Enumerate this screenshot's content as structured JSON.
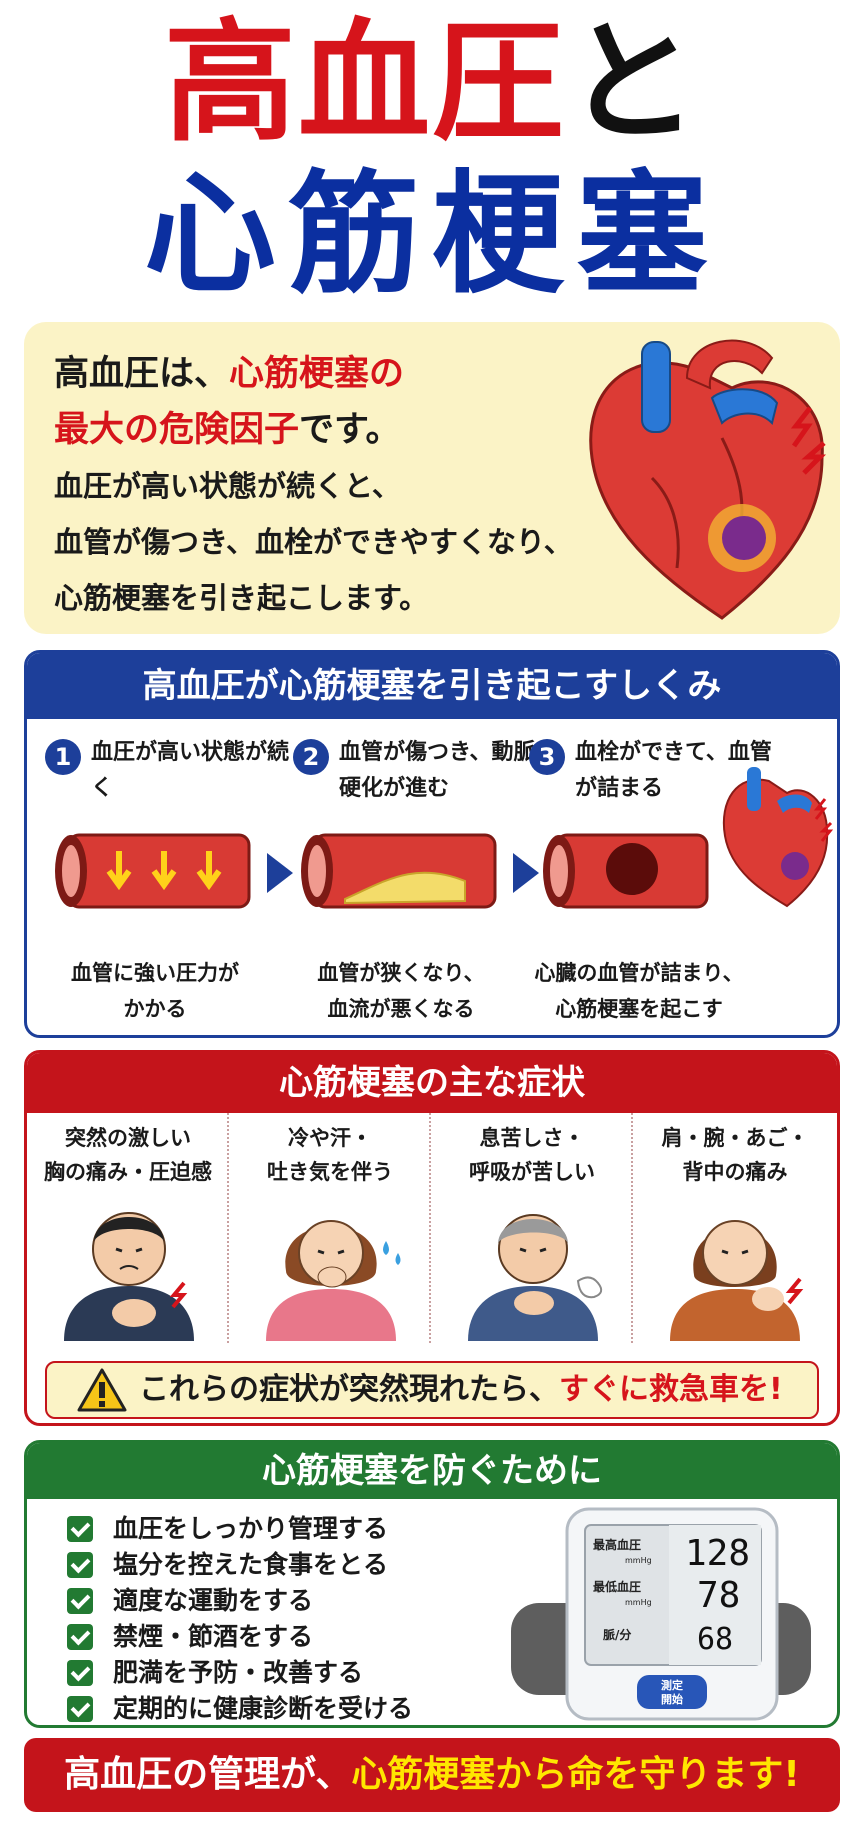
{
  "title": {
    "line1_a": "高血圧",
    "line1_b": "と",
    "line2": "心筋梗塞"
  },
  "intro": {
    "h1_a": "高血圧は、",
    "h1_b": "心筋梗塞の",
    "h2_a": "最大の危険因子",
    "h2_b": "です。",
    "p1": "血圧が高い状態が続くと、",
    "p2": "血管が傷つき、血栓ができやすくなり、",
    "p3": "心筋梗塞を引き起こします。"
  },
  "mechanism": {
    "header": "高血圧が心筋梗塞を引き起こすしくみ",
    "steps": [
      {
        "num": "1",
        "label": "血圧が高い状態が続く",
        "caption_a": "血管に強い圧力が",
        "caption_b": "かかる"
      },
      {
        "num": "2",
        "label": "血管が傷つき、動脈硬化が進む",
        "caption_a": "血管が狭くなり、",
        "caption_b": "血流が悪くなる"
      },
      {
        "num": "3",
        "label": "血栓ができて、血管が詰まる",
        "caption_a": "心臓の血管が詰まり、",
        "caption_b": "心筋梗塞を起こす"
      }
    ]
  },
  "symptoms": {
    "header": "心筋梗塞の主な症状",
    "items": [
      {
        "a": "突然の激しい",
        "b": "胸の痛み・圧迫感"
      },
      {
        "a": "冷や汗・",
        "b": "吐き気を伴う"
      },
      {
        "a": "息苦しさ・",
        "b": "呼吸が苦しい"
      },
      {
        "a": "肩・腕・あご・",
        "b": "背中の痛み"
      }
    ],
    "warning_a": "これらの症状が突然現れたら、",
    "warning_b": "すぐに救急車を!"
  },
  "prevention": {
    "header": "心筋梗塞を防ぐために",
    "items": [
      "血圧をしっかり管理する",
      "塩分を控えた食事をとる",
      "適度な運動をする",
      "禁煙・節酒をする",
      "肥満を予防・改善する",
      "定期的に健康診断を受ける"
    ],
    "monitor": {
      "sys_label": "最高血圧",
      "dia_label": "最低血圧",
      "unit": "mmHg",
      "pulse_label": "脈/分",
      "sys": "128",
      "dia": "78",
      "pulse": "68",
      "button_a": "測定",
      "button_b": "開始"
    }
  },
  "banner": {
    "a": "高血圧の管理が、",
    "b": "心筋梗塞から命を守ります!"
  },
  "colors": {
    "red": "#d6141b",
    "blue": "#0b2fa0",
    "green": "#227a32",
    "cream": "#fbf3c6"
  }
}
